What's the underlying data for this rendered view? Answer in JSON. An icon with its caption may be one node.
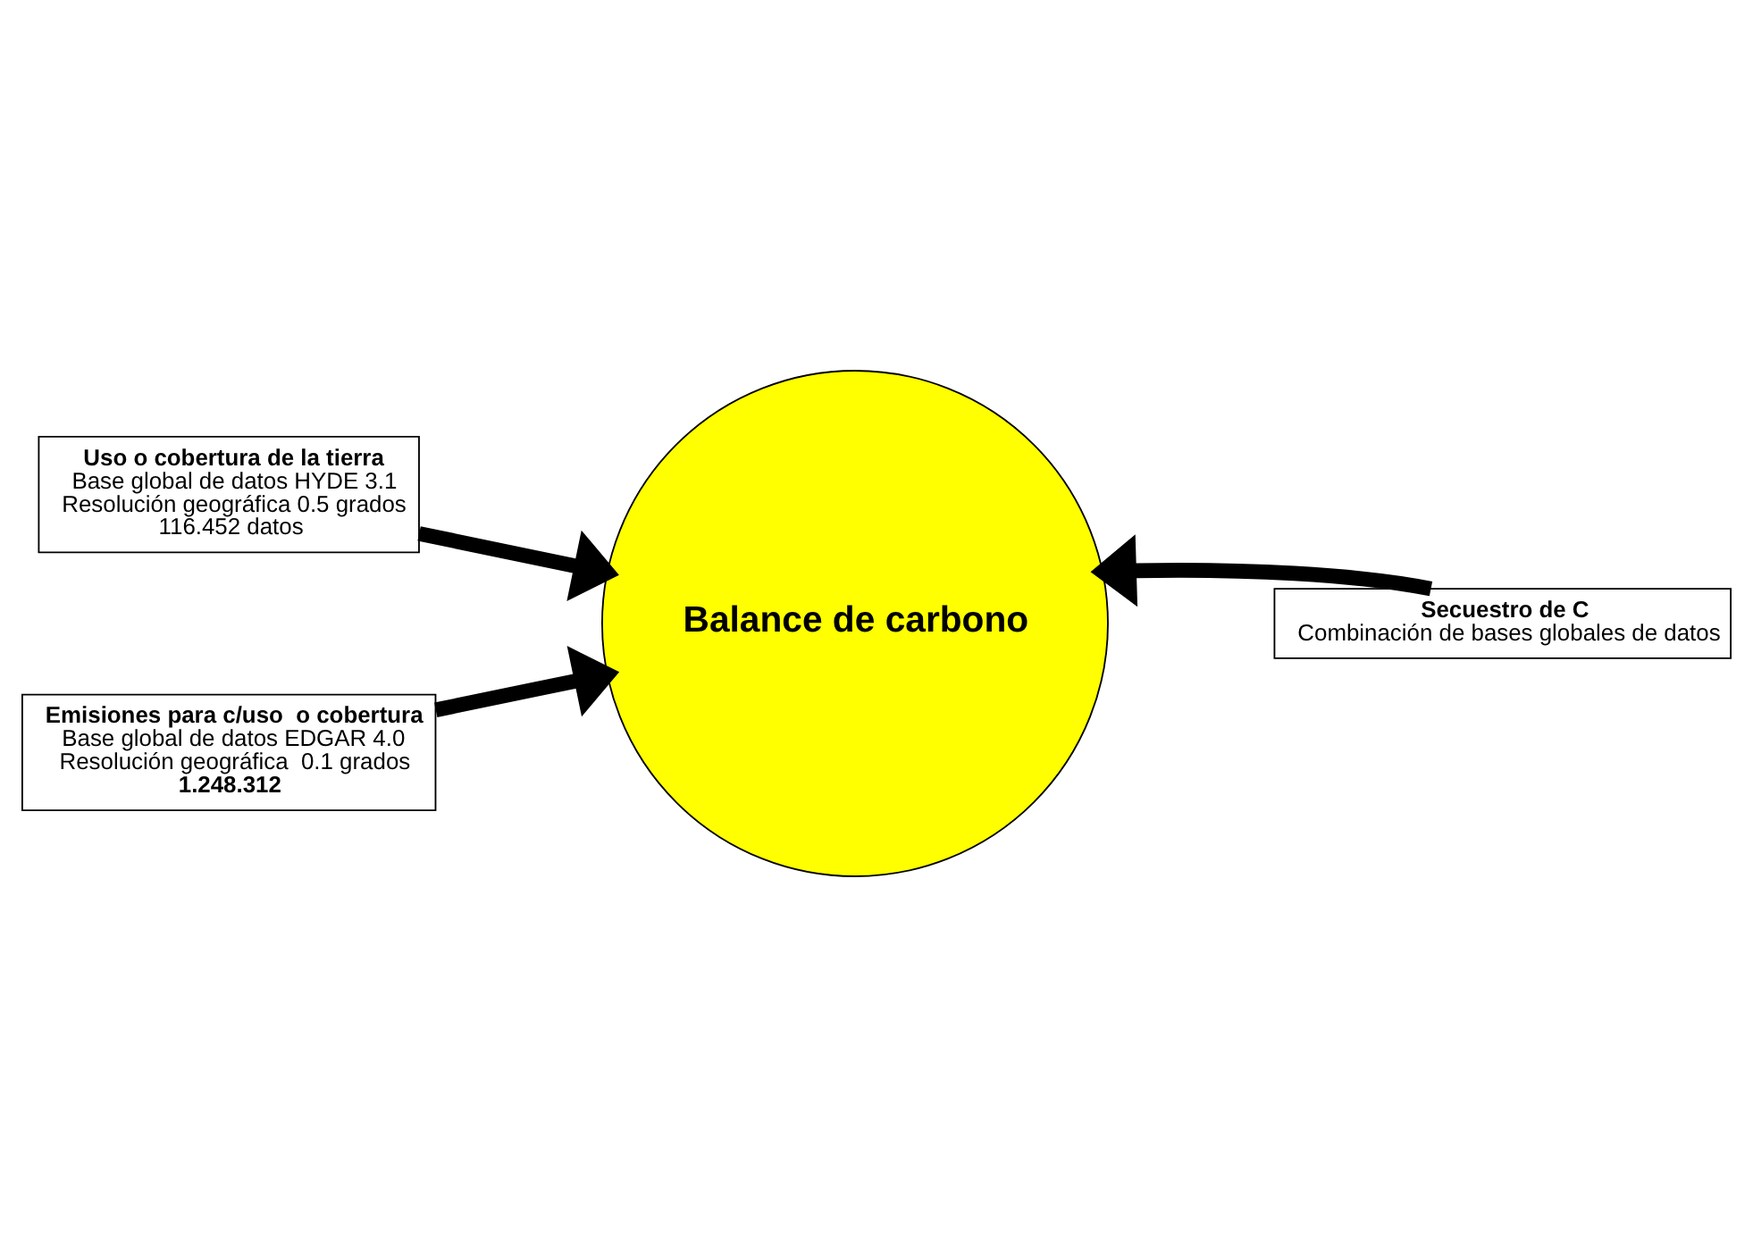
{
  "diagram": {
    "nodes": [
      {
        "text": [
          "Uso o cobertura de la tierra",
          "Base global de datos HYDE 3.1",
          "Resolución geográfica 0.5 grados",
          "116.452 datos"
        ]
      },
      {
        "text": [
          "Balance de carbono"
        ]
      },
      {
        "text": [
          "Secuestro de C",
          "Combinación de bases globales de datos"
        ]
      },
      {
        "text": [
          "Emisiones para c/uso  o cobertura",
          "Base global de datos EDGAR 4.0",
          "Resolución geográfica  0.1 grados",
          "**1.248.312**"
        ]
      }
    ],
    "edges": [
      {
        "from": 0,
        "to": 1,
        "arrow": "to"
      },
      {
        "from": 3,
        "to": 1,
        "arrow": "to"
      },
      {
        "from": 2,
        "to": 1,
        "arrow": "to"
      }
    ]
  }
}
